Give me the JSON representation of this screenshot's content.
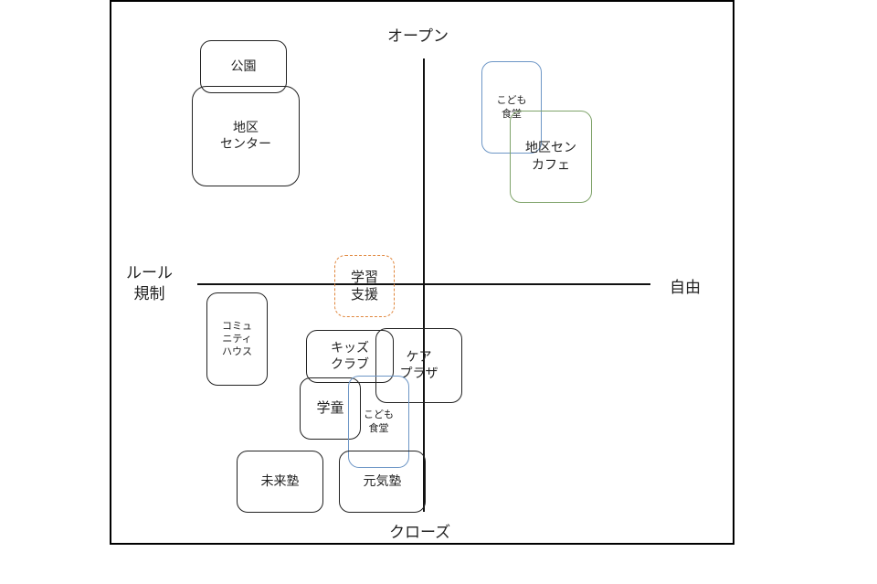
{
  "axes": {
    "top": "オープン",
    "bottom": "クローズ",
    "left": "ルール\n規制",
    "right": "自由"
  },
  "nodes": {
    "park": "公園",
    "district_center": "地区\nセンター",
    "kodomo_shokudo_top": "こども\n食堂",
    "district_cafe": "地区セン\nカフェ",
    "study_support": "学習\n支援",
    "community_house": "コミュ\nニティ\nハウス",
    "kids_club": "キッズ\nクラブ",
    "care_plaza": "ケア\nプラザ",
    "gakudo": "学童",
    "kodomo_shokudo_bottom": "こども\n食堂",
    "mirai_juku": "未来塾",
    "genki_juku": "元気塾"
  },
  "colors": {
    "blue": "#6d96c6",
    "green": "#7fa36a",
    "orange": "#e0863c"
  }
}
